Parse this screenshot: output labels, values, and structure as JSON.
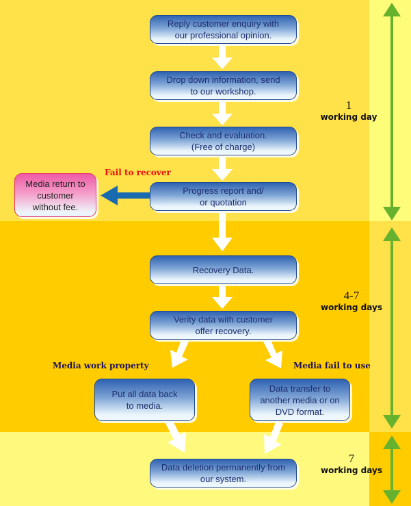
{
  "colors": {
    "band_1": "#FFE14A",
    "band_2": "#FFCC00",
    "band_3": "#FFFA7D",
    "timeline_arrow": "#66B22E",
    "flow_arrow": "#FFFFFF",
    "fail_arrow": "#1A6AB0",
    "fail_label": "#E8100C",
    "branch_label": "#1C1257"
  },
  "steps": [
    {
      "text": "Reply customer enquiry with\nour professional opinion."
    },
    {
      "text": "Drop down information, send\nto our workshop."
    },
    {
      "text": "Check and evaluation.\n(Free of charge)"
    },
    {
      "text": "Progress report and/\nor quotation"
    },
    {
      "text": "Recovery Data."
    },
    {
      "text": "Verity data with customer\noffer recovery."
    },
    {
      "text": "Put all data back\nto media."
    },
    {
      "text": "Data transfer to\nanother media or on\nDVD format."
    },
    {
      "text": "Data deletion permanently from\nour system."
    }
  ],
  "fail_box": {
    "text": "Media return to\ncustomer\nwithout fee."
  },
  "labels": {
    "fail_to_recover": "Fail to recover",
    "media_work_property": "Media work property",
    "media_fail_to_use": "Media fail to use"
  },
  "durations": [
    {
      "number": "1",
      "unit": "working day"
    },
    {
      "number": "4-7",
      "unit": "working days"
    },
    {
      "number": "7",
      "unit": "working days"
    }
  ]
}
